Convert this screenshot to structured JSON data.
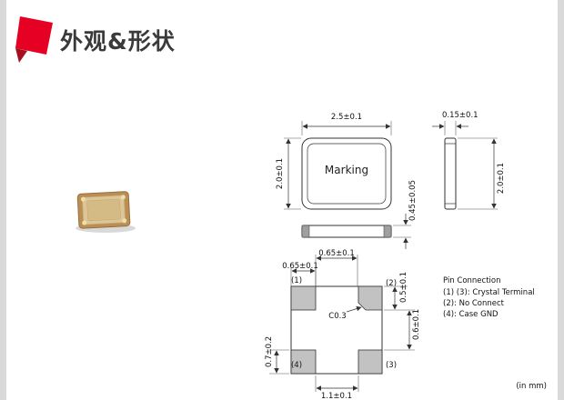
{
  "page": {
    "title": "外观&形状",
    "unit_note": "(in mm)",
    "accent_color": "#e60023"
  },
  "top_view": {
    "marking": "Marking",
    "dim_width": "2.5±0.1",
    "dim_height": "2.0±0.1"
  },
  "end_view": {
    "dim_width": "0.15±0.1",
    "dim_height": "2.0±0.1"
  },
  "front_view": {
    "dim_thickness": "0.45±0.05"
  },
  "bottom_view": {
    "dims": {
      "pad_width": "0.65±0.1",
      "pad_pitch": "0.65±0.1",
      "pad_height_top": "0.5±0.1",
      "pad_gap_vertical": "0.6±0.1",
      "pad_height_bottom": "0.7±0.2",
      "pad_gap_horizontal": "1.1±0.1"
    },
    "chamfer": "C0.3",
    "pins": {
      "p1": "(1)",
      "p2": "(2)",
      "p3": "(3)",
      "p4": "(4)"
    }
  },
  "pin_connection": {
    "title": "Pin Connection",
    "lines": [
      "(1) (3): Crystal Terminal",
      "(2): No Connect",
      "(4): Case GND"
    ]
  }
}
